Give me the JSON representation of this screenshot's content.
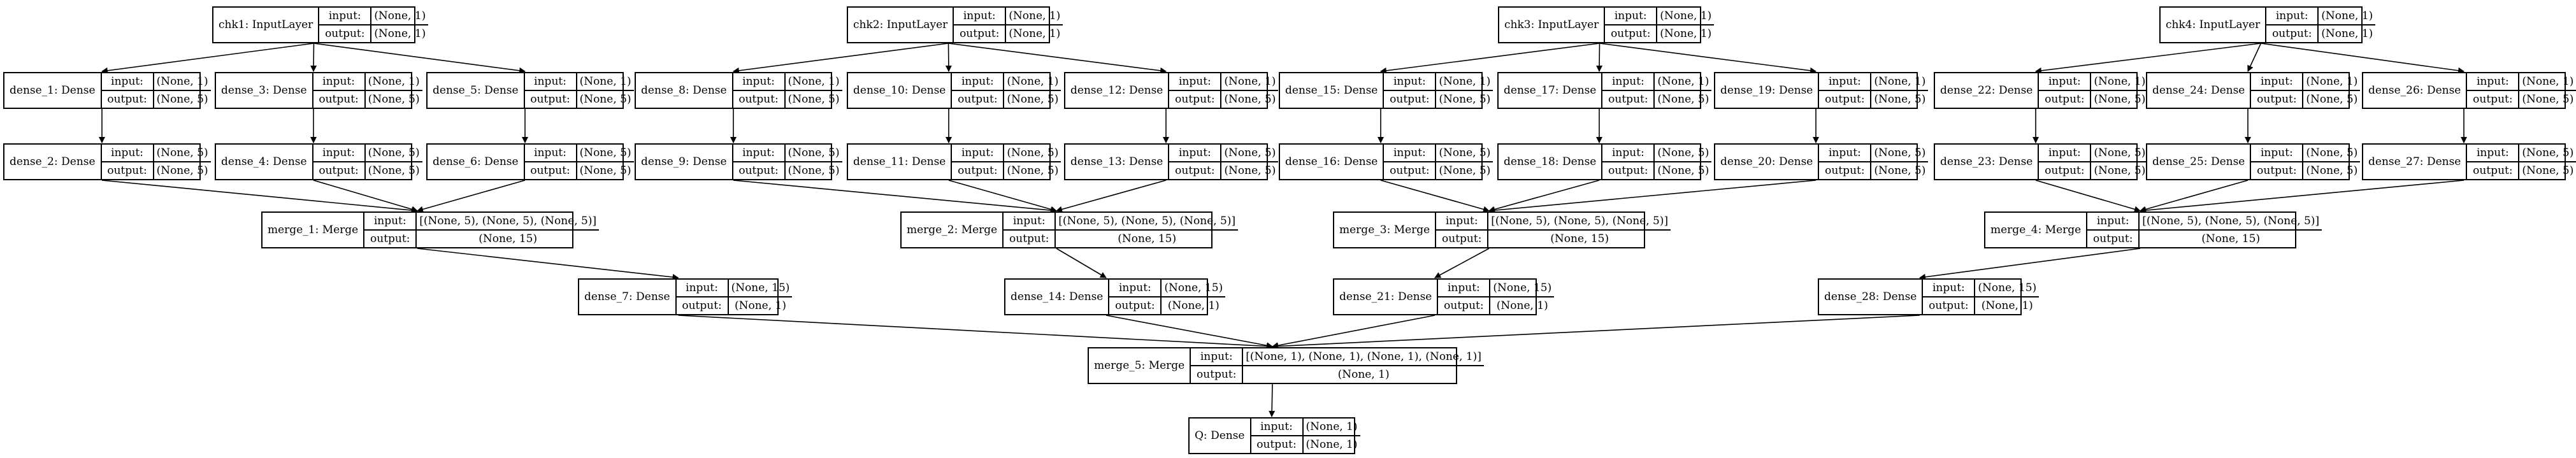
{
  "io_labels": {
    "input": "input:",
    "output": "output:"
  },
  "nodes": [
    {
      "id": "chk1",
      "name": "chk1: InputLayer",
      "input": "(None, 1)",
      "output": "(None, 1)"
    },
    {
      "id": "chk2",
      "name": "chk2: InputLayer",
      "input": "(None, 1)",
      "output": "(None, 1)"
    },
    {
      "id": "chk3",
      "name": "chk3: InputLayer",
      "input": "(None, 1)",
      "output": "(None, 1)"
    },
    {
      "id": "chk4",
      "name": "chk4: InputLayer",
      "input": "(None, 1)",
      "output": "(None, 1)"
    },
    {
      "id": "dense_1",
      "name": "dense_1: Dense",
      "input": "(None, 1)",
      "output": "(None, 5)"
    },
    {
      "id": "dense_3",
      "name": "dense_3: Dense",
      "input": "(None, 1)",
      "output": "(None, 5)"
    },
    {
      "id": "dense_5",
      "name": "dense_5: Dense",
      "input": "(None, 1)",
      "output": "(None, 5)"
    },
    {
      "id": "dense_8",
      "name": "dense_8: Dense",
      "input": "(None, 1)",
      "output": "(None, 5)"
    },
    {
      "id": "dense_10",
      "name": "dense_10: Dense",
      "input": "(None, 1)",
      "output": "(None, 5)"
    },
    {
      "id": "dense_12",
      "name": "dense_12: Dense",
      "input": "(None, 1)",
      "output": "(None, 5)"
    },
    {
      "id": "dense_15",
      "name": "dense_15: Dense",
      "input": "(None, 1)",
      "output": "(None, 5)"
    },
    {
      "id": "dense_17",
      "name": "dense_17: Dense",
      "input": "(None, 1)",
      "output": "(None, 5)"
    },
    {
      "id": "dense_19",
      "name": "dense_19: Dense",
      "input": "(None, 1)",
      "output": "(None, 5)"
    },
    {
      "id": "dense_22",
      "name": "dense_22: Dense",
      "input": "(None, 1)",
      "output": "(None, 5)"
    },
    {
      "id": "dense_24",
      "name": "dense_24: Dense",
      "input": "(None, 1)",
      "output": "(None, 5)"
    },
    {
      "id": "dense_26",
      "name": "dense_26: Dense",
      "input": "(None, 1)",
      "output": "(None, 5)"
    },
    {
      "id": "dense_2",
      "name": "dense_2: Dense",
      "input": "(None, 5)",
      "output": "(None, 5)"
    },
    {
      "id": "dense_4",
      "name": "dense_4: Dense",
      "input": "(None, 5)",
      "output": "(None, 5)"
    },
    {
      "id": "dense_6",
      "name": "dense_6: Dense",
      "input": "(None, 5)",
      "output": "(None, 5)"
    },
    {
      "id": "dense_9",
      "name": "dense_9: Dense",
      "input": "(None, 5)",
      "output": "(None, 5)"
    },
    {
      "id": "dense_11",
      "name": "dense_11: Dense",
      "input": "(None, 5)",
      "output": "(None, 5)"
    },
    {
      "id": "dense_13",
      "name": "dense_13: Dense",
      "input": "(None, 5)",
      "output": "(None, 5)"
    },
    {
      "id": "dense_16",
      "name": "dense_16: Dense",
      "input": "(None, 5)",
      "output": "(None, 5)"
    },
    {
      "id": "dense_18",
      "name": "dense_18: Dense",
      "input": "(None, 5)",
      "output": "(None, 5)"
    },
    {
      "id": "dense_20",
      "name": "dense_20: Dense",
      "input": "(None, 5)",
      "output": "(None, 5)"
    },
    {
      "id": "dense_23",
      "name": "dense_23: Dense",
      "input": "(None, 5)",
      "output": "(None, 5)"
    },
    {
      "id": "dense_25",
      "name": "dense_25: Dense",
      "input": "(None, 5)",
      "output": "(None, 5)"
    },
    {
      "id": "dense_27",
      "name": "dense_27: Dense",
      "input": "(None, 5)",
      "output": "(None, 5)"
    },
    {
      "id": "merge_1",
      "name": "merge_1: Merge",
      "input": "[(None, 5), (None, 5), (None, 5)]",
      "output": "(None, 15)"
    },
    {
      "id": "merge_2",
      "name": "merge_2: Merge",
      "input": "[(None, 5), (None, 5), (None, 5)]",
      "output": "(None, 15)"
    },
    {
      "id": "merge_3",
      "name": "merge_3: Merge",
      "input": "[(None, 5), (None, 5), (None, 5)]",
      "output": "(None, 15)"
    },
    {
      "id": "merge_4",
      "name": "merge_4: Merge",
      "input": "[(None, 5), (None, 5), (None, 5)]",
      "output": "(None, 15)"
    },
    {
      "id": "dense_7",
      "name": "dense_7: Dense",
      "input": "(None, 15)",
      "output": "(None, 1)"
    },
    {
      "id": "dense_14",
      "name": "dense_14: Dense",
      "input": "(None, 15)",
      "output": "(None, 1)"
    },
    {
      "id": "dense_21",
      "name": "dense_21: Dense",
      "input": "(None, 15)",
      "output": "(None, 1)"
    },
    {
      "id": "dense_28",
      "name": "dense_28: Dense",
      "input": "(None, 15)",
      "output": "(None, 1)"
    },
    {
      "id": "merge_5",
      "name": "merge_5: Merge",
      "input": "[(None, 1), (None, 1), (None, 1), (None, 1)]",
      "output": "(None, 1)"
    },
    {
      "id": "q",
      "name": "Q: Dense",
      "input": "(None, 1)",
      "output": "(None, 1)"
    }
  ],
  "edges": [
    [
      "chk1",
      "dense_1"
    ],
    [
      "chk1",
      "dense_3"
    ],
    [
      "chk1",
      "dense_5"
    ],
    [
      "chk2",
      "dense_8"
    ],
    [
      "chk2",
      "dense_10"
    ],
    [
      "chk2",
      "dense_12"
    ],
    [
      "chk3",
      "dense_15"
    ],
    [
      "chk3",
      "dense_17"
    ],
    [
      "chk3",
      "dense_19"
    ],
    [
      "chk4",
      "dense_22"
    ],
    [
      "chk4",
      "dense_24"
    ],
    [
      "chk4",
      "dense_26"
    ],
    [
      "dense_1",
      "dense_2"
    ],
    [
      "dense_3",
      "dense_4"
    ],
    [
      "dense_5",
      "dense_6"
    ],
    [
      "dense_8",
      "dense_9"
    ],
    [
      "dense_10",
      "dense_11"
    ],
    [
      "dense_12",
      "dense_13"
    ],
    [
      "dense_15",
      "dense_16"
    ],
    [
      "dense_17",
      "dense_18"
    ],
    [
      "dense_19",
      "dense_20"
    ],
    [
      "dense_22",
      "dense_23"
    ],
    [
      "dense_24",
      "dense_25"
    ],
    [
      "dense_26",
      "dense_27"
    ],
    [
      "dense_2",
      "merge_1"
    ],
    [
      "dense_4",
      "merge_1"
    ],
    [
      "dense_6",
      "merge_1"
    ],
    [
      "dense_9",
      "merge_2"
    ],
    [
      "dense_11",
      "merge_2"
    ],
    [
      "dense_13",
      "merge_2"
    ],
    [
      "dense_16",
      "merge_3"
    ],
    [
      "dense_18",
      "merge_3"
    ],
    [
      "dense_20",
      "merge_3"
    ],
    [
      "dense_23",
      "merge_4"
    ],
    [
      "dense_25",
      "merge_4"
    ],
    [
      "dense_27",
      "merge_4"
    ],
    [
      "merge_1",
      "dense_7"
    ],
    [
      "merge_2",
      "dense_14"
    ],
    [
      "merge_3",
      "dense_21"
    ],
    [
      "merge_4",
      "dense_28"
    ],
    [
      "dense_7",
      "merge_5"
    ],
    [
      "dense_14",
      "merge_5"
    ],
    [
      "dense_21",
      "merge_5"
    ],
    [
      "dense_28",
      "merge_5"
    ],
    [
      "merge_5",
      "q"
    ]
  ]
}
